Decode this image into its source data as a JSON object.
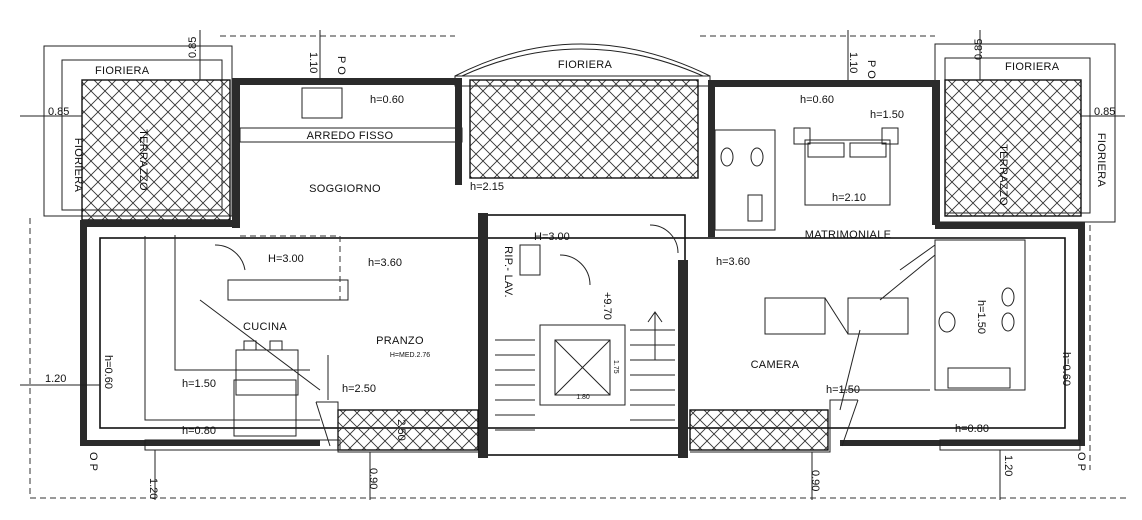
{
  "rooms": {
    "soggiorno": "SOGGIORNO",
    "pranzo": "PRANZO",
    "pranzo_height": "H=MED.2.76",
    "cucina": "CUCINA",
    "matrimoniale": "MATRIMONIALE",
    "camera": "CAMERA",
    "terrazzo_left": "TERRAZZO",
    "terrazzo_right": "TERRAZZO",
    "rip_lav": "RIP.- LAV.",
    "arredo_fisso": "ARREDO FISSO"
  },
  "planters": {
    "top_left": "FIORIERA",
    "top_center": "FIORIERA",
    "top_right": "FIORIERA",
    "side_left": "FIORIERA",
    "side_right": "FIORIERA"
  },
  "dimensions": {
    "h060_top_left": "h=0.60",
    "h060_top_right": "h=0.60",
    "h150_bed": "h=1.50",
    "h215": "h=2.15",
    "h210": "h=2.10",
    "h300_a": "H=3.00",
    "h300_b": "H=3.00",
    "h360_left": "h=3.60",
    "h360_right": "h=3.60",
    "h970": "+9.70",
    "h150_left": "h=1.50",
    "h250": "h=2.50",
    "h080_left": "h=0.80",
    "h080_right": "h=0.80",
    "h150_camera": "h=1.50",
    "h150_bath": "h=1.50",
    "h060_left": "h=0.60",
    "h060_right": "h=0.60",
    "h250_vertical": "2.50",
    "d085_top_left": "0.85",
    "d085_top_right": "0.85",
    "d085_left": "0.85",
    "d085_right": "0.85",
    "d110_left": "1.10",
    "d110_right": "1.10",
    "d120_left": "1.20",
    "d120_bottom_left": "1.20",
    "d120_bottom_right": "1.20",
    "d090_left": "0.90",
    "d090_right": "0.90",
    "lift_w": "1.80",
    "lift_h": "1.75",
    "po_top_left": "P O",
    "po_top_right": "P O",
    "op_bottom_left": "O P",
    "op_bottom_right": "O P"
  }
}
